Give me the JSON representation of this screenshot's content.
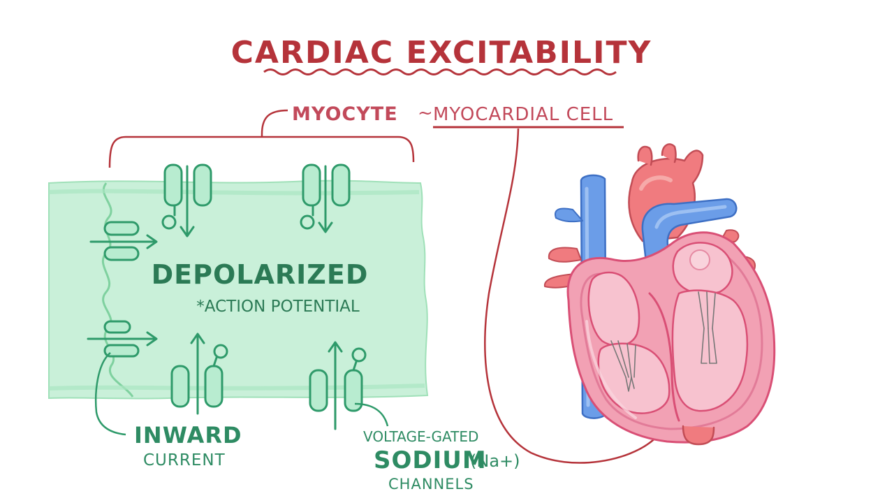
{
  "title": "CARDIAC EXCITABILITY",
  "subtitle": {
    "myocyte": "MYOCYTE",
    "tilde": "~",
    "myocardial_cell": "MYOCARDIAL CELL"
  },
  "cell": {
    "state": "DEPOLARIZED",
    "note": "*ACTION POTENTIAL"
  },
  "labels": {
    "inward": "INWARD",
    "current": "CURRENT",
    "voltage_gated": "VOLTAGE-GATED",
    "sodium": "SODIUM",
    "na_ion": "(Na+)",
    "channels": "CHANNELS"
  },
  "colors": {
    "title_red": "#b5333a",
    "cell_fill": "#c9f0d9",
    "cell_edge": "#8fdcaa",
    "green_ink": "#2e9a6a",
    "label_green": "#2e8b63",
    "heart_pink": "#f2a1b4",
    "heart_dark": "#d94f75",
    "vessel_blue": "#6b9de8",
    "aorta_red": "#f07b7f"
  }
}
